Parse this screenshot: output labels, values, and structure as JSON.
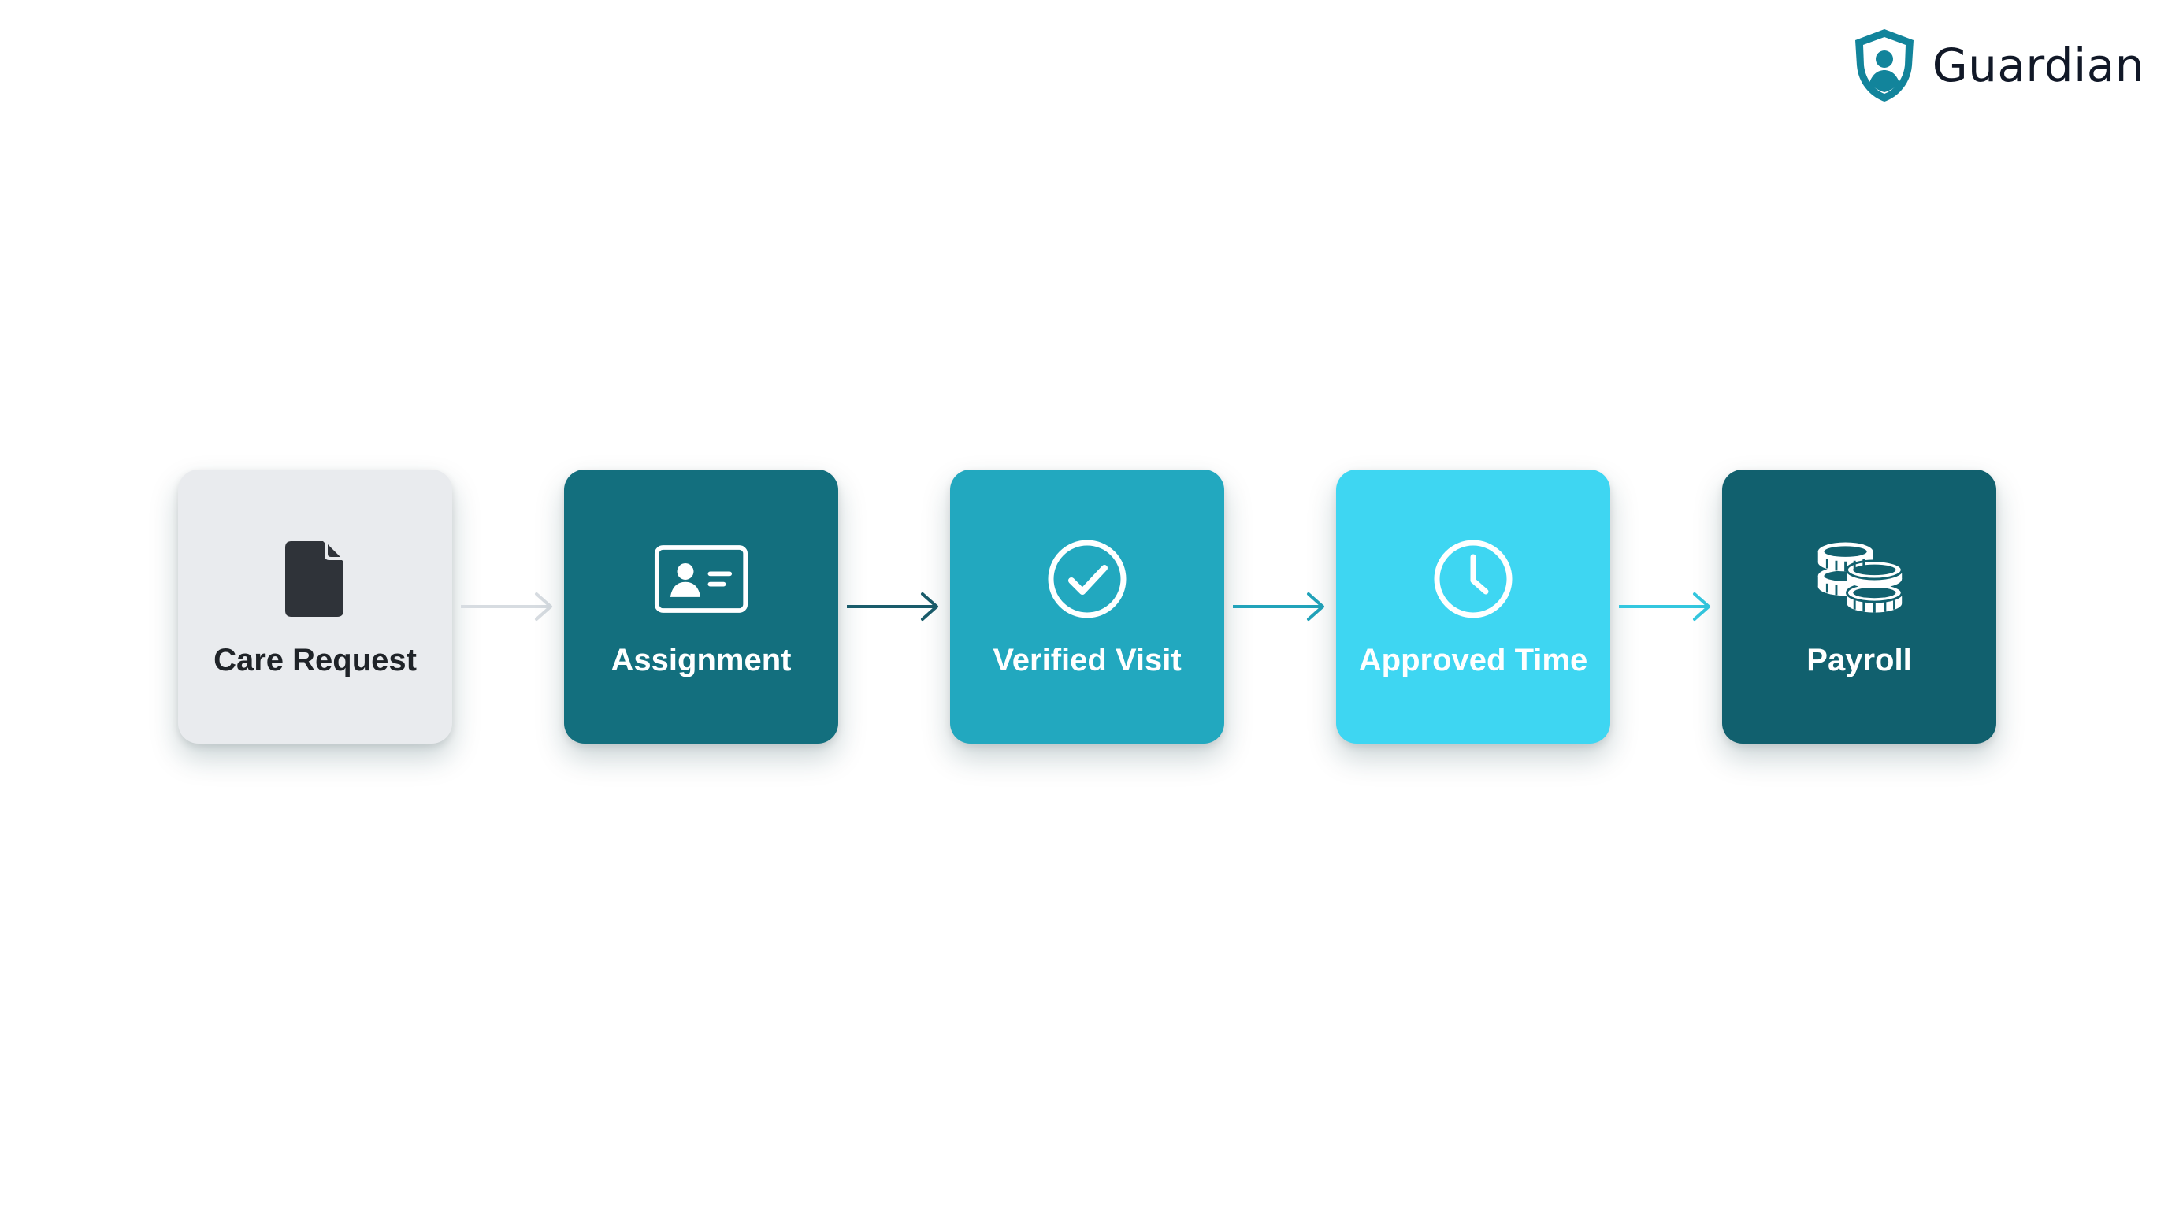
{
  "brand": {
    "name": "Guardian",
    "icon": "shield-user-icon",
    "color": "#12849B"
  },
  "flow": {
    "steps": [
      {
        "label": "Care Request",
        "icon": "document-icon",
        "background": "#E9EBEE",
        "text_color": "#1F2328",
        "icon_color": "#2F3339"
      },
      {
        "label": "Assignment",
        "icon": "id-card-icon",
        "background": "#136F7E",
        "text_color": "#FFFFFF",
        "icon_color": "#FFFFFF"
      },
      {
        "label": "Verified Visit",
        "icon": "check-circle-icon",
        "background": "#22A8BF",
        "text_color": "#FFFFFF",
        "icon_color": "#FFFFFF"
      },
      {
        "label": "Approved Time",
        "icon": "clock-icon",
        "background": "#3ED6F2",
        "text_color": "#FFFFFF",
        "icon_color": "#FFFFFF"
      },
      {
        "label": "Payroll",
        "icon": "coins-icon",
        "background": "#11606E",
        "text_color": "#FFFFFF",
        "icon_color": "#FFFFFF"
      }
    ],
    "connectors": [
      {
        "icon": "arrow-right-icon",
        "color": "#D7DCE1"
      },
      {
        "icon": "arrow-right-icon",
        "color": "#1A5C6B"
      },
      {
        "icon": "arrow-right-icon",
        "color": "#22A3BA"
      },
      {
        "icon": "arrow-right-icon",
        "color": "#34C7DF"
      }
    ]
  }
}
